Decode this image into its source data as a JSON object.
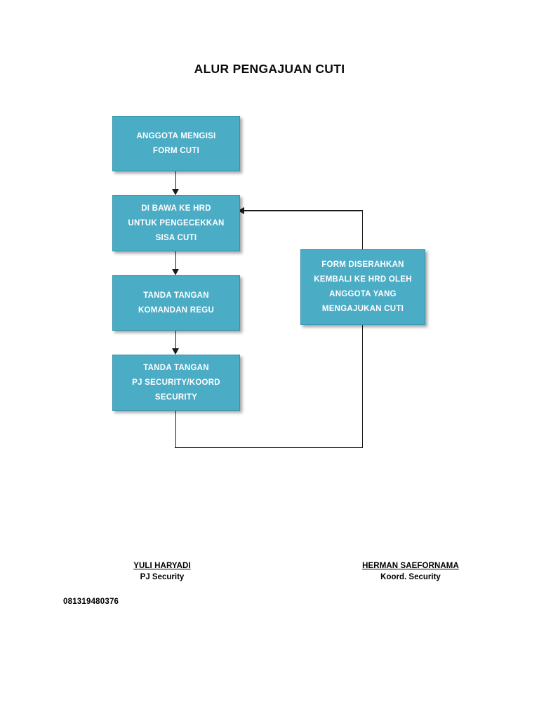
{
  "document": {
    "title": "ALUR PENGAJUAN CUTI"
  },
  "flow": {
    "boxes": [
      {
        "id": "anggota-mengisi-form-cuti",
        "lines": [
          "ANGGOTA MENGISI",
          "FORM CUTI"
        ]
      },
      {
        "id": "di-bawa-ke-hrd",
        "lines": [
          "DI BAWA KE HRD",
          "UNTUK PENGECEKKAN",
          "SISA CUTI"
        ]
      },
      {
        "id": "tanda-tangan-komandan-regu",
        "lines": [
          "TANDA TANGAN",
          "KOMANDAN REGU"
        ]
      },
      {
        "id": "tanda-tangan-pj-security",
        "lines": [
          "TANDA TANGAN",
          "PJ SECURITY/KOORD",
          "SECURITY"
        ]
      },
      {
        "id": "form-diserahkan-kembali",
        "lines": [
          "FORM DISERAHKAN",
          "KEMBALI KE HRD OLEH",
          "ANGGOTA YANG",
          "MENGAJUKAN CUTI"
        ]
      }
    ]
  },
  "signatures": [
    {
      "name": "YULI HARYADI",
      "role": "PJ Security"
    },
    {
      "name": "HERMAN SAEFORNAMA",
      "role": "Koord. Security"
    }
  ],
  "contact": {
    "phone": "081319480376"
  },
  "colors": {
    "box_fill": "#4BACC6",
    "box_border": "#3793AD",
    "box_text": "#FFFFFF",
    "connector": "#1A1A1A",
    "page_background": "#FFFFFF",
    "title_text": "#0B0B0B"
  }
}
